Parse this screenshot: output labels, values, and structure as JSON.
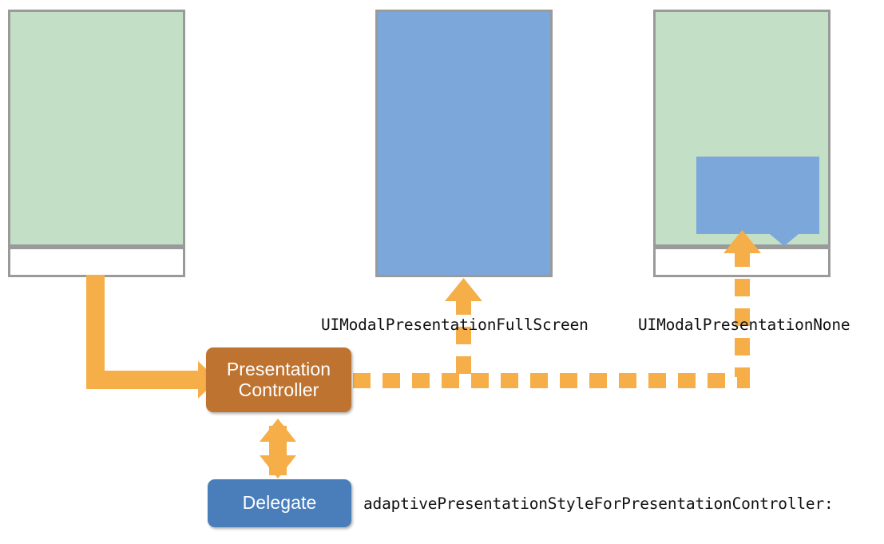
{
  "diagram": {
    "title": "UIPresentationController adaptive presentation diagram",
    "colors": {
      "green_screen": "#c3e0c6",
      "blue_screen": "#7ba7db",
      "white_screen": "#ffffff",
      "frame_border": "#9a9a9a",
      "orange_connector": "#f5ae48",
      "brown_node": "#be7430",
      "blue_node": "#4a7ebb",
      "text_dark": "#111111",
      "node_text": "#ffffff"
    }
  },
  "screens": [
    {
      "id": "source-screen",
      "name": "source-presenting-screen",
      "top_fill": "#c3e0c6",
      "bottom_fill": "#ffffff"
    },
    {
      "id": "fullscreen-screen",
      "name": "fullscreen-presented-screen",
      "fill": "#7ba7db"
    },
    {
      "id": "popover-screen",
      "name": "popover-presented-screen",
      "top_fill": "#c3e0c6",
      "bottom_fill": "#ffffff",
      "popover_fill": "#7ba7db"
    }
  ],
  "nodes": {
    "presentation_controller": {
      "label_line1": "Presentation",
      "label_line2": "Controller"
    },
    "delegate": {
      "label": "Delegate"
    }
  },
  "labels": {
    "fullscreen_style": "UIModalPresentationFullScreen",
    "none_style": "UIModalPresentationNone",
    "delegate_method": "adaptivePresentationStyleForPresentationController:"
  },
  "connectors": [
    {
      "name": "source-to-controller",
      "style": "solid",
      "direction": "down-then-right",
      "arrowhead": "end"
    },
    {
      "name": "controller-to-fullscreen",
      "style": "dashed",
      "direction": "right-then-up",
      "arrowhead": "end"
    },
    {
      "name": "controller-to-popover",
      "style": "dashed",
      "direction": "right-then-up",
      "arrowhead": "end"
    },
    {
      "name": "controller-delegate",
      "style": "solid",
      "direction": "vertical",
      "arrowhead": "both"
    }
  ]
}
